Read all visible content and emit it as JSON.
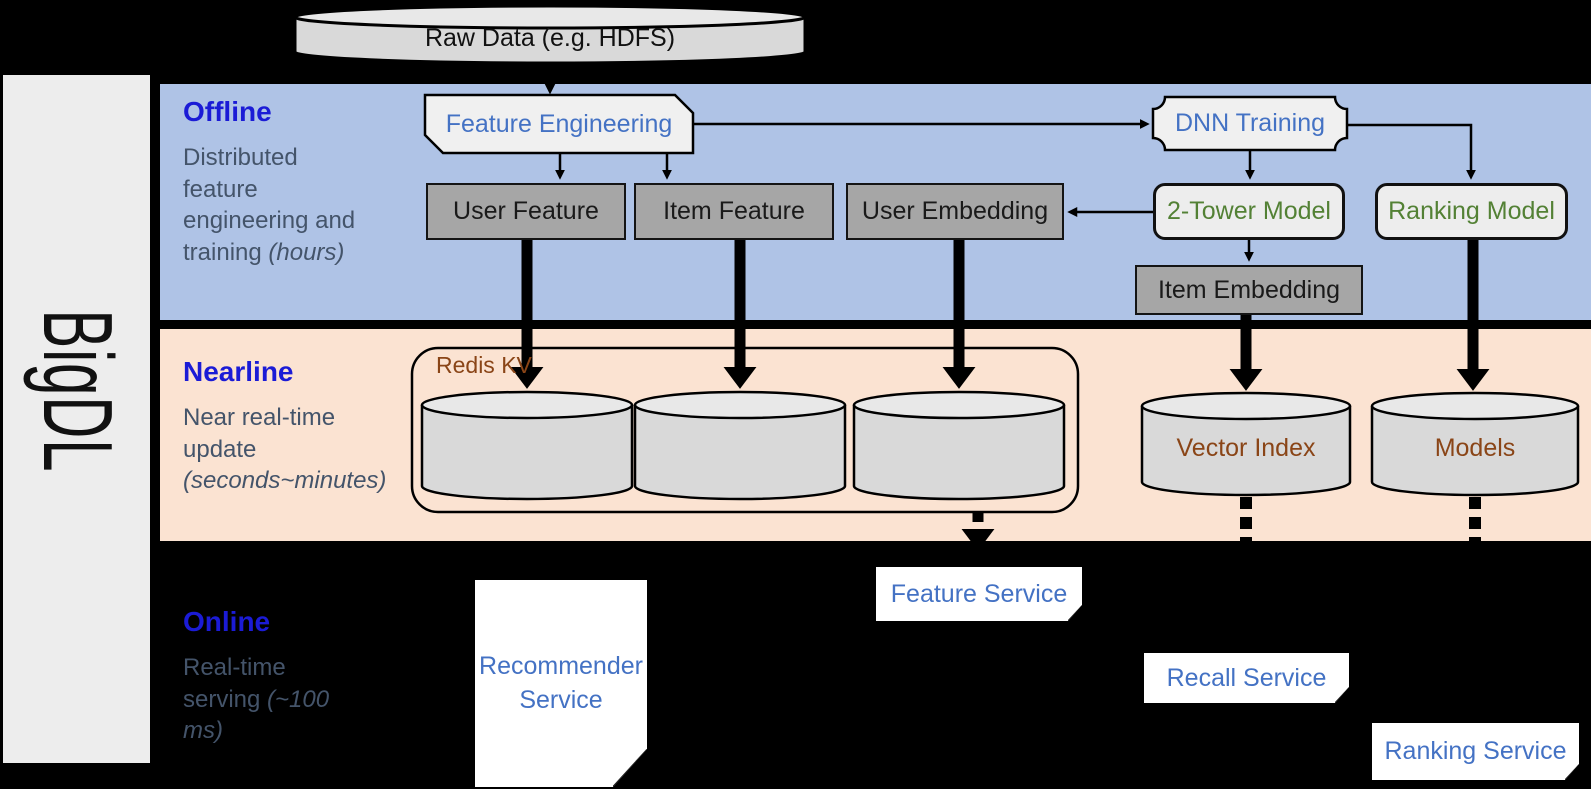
{
  "brand": "BigDL",
  "raw_data": {
    "label": "Raw Data (e.g. HDFS)"
  },
  "offline": {
    "title": "Offline",
    "description": "Distributed feature engineering and training",
    "description_italic": "(hours)",
    "feature_engineering": "Feature Engineering",
    "dnn_training": "DNN Training",
    "user_feature": "User Feature",
    "item_feature": "Item Feature",
    "user_embedding": "User Embedding",
    "two_tower_model": "2-Tower Model",
    "ranking_model": "Ranking Model",
    "item_embedding": "Item Embedding"
  },
  "nearline": {
    "title": "Nearline",
    "description": "Near real-time update",
    "description_italic": "(seconds~minutes)",
    "redis_kv": "Redis KV",
    "vector_index": "Vector Index",
    "models": "Models"
  },
  "online": {
    "title": "Online",
    "description": "Real-time serving",
    "description_italic": "(~100 ms)",
    "recommender_service": "Recommender Service",
    "feature_service": "Feature Service",
    "recall_service": "Recall Service",
    "ranking_service": "Ranking Service"
  },
  "colors": {
    "page_bg": "#000000",
    "sidebar_bg": "#ededed",
    "offline_bg": "#afc3e6",
    "nearline_bg": "#fbe3d2",
    "gray_box_bg": "#a6a6a6",
    "light_box_bg": "#ededed",
    "cylinder_bg": "#d9d9d9",
    "node_blue_text": "#4472c4",
    "node_green_text": "#538135",
    "node_brown_text": "#8a4517",
    "section_title_blue": "#1b1bd6",
    "section_desc_gray": "#44546a"
  }
}
